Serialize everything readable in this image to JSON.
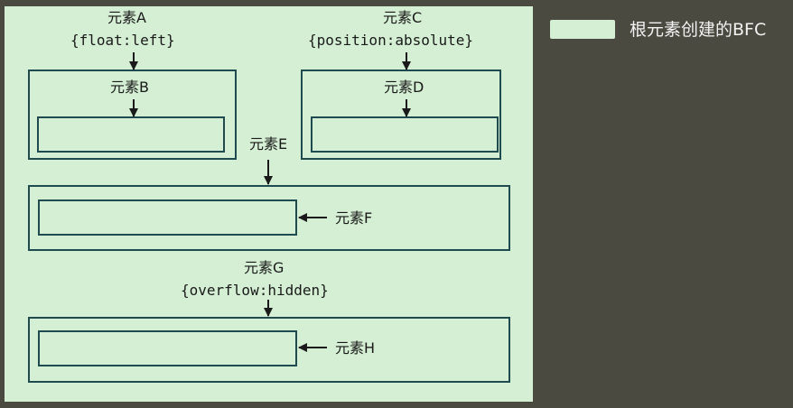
{
  "colors": {
    "background": "#4b4a40",
    "bfc_fill": "#d4efd3",
    "border": "#1f4a4f",
    "legend_text": "#f2f2f2"
  },
  "legend": {
    "label": "根元素创建的BFC"
  },
  "elements": {
    "a": {
      "name": "元素A",
      "style": "{float:left}"
    },
    "b": {
      "name": "元素B"
    },
    "c": {
      "name": "元素C",
      "style": "{position:absolute}"
    },
    "d": {
      "name": "元素D"
    },
    "e": {
      "name": "元素E"
    },
    "f": {
      "name": "元素F"
    },
    "g": {
      "name": "元素G",
      "style": "{overflow:hidden}"
    },
    "h": {
      "name": "元素H"
    }
  }
}
